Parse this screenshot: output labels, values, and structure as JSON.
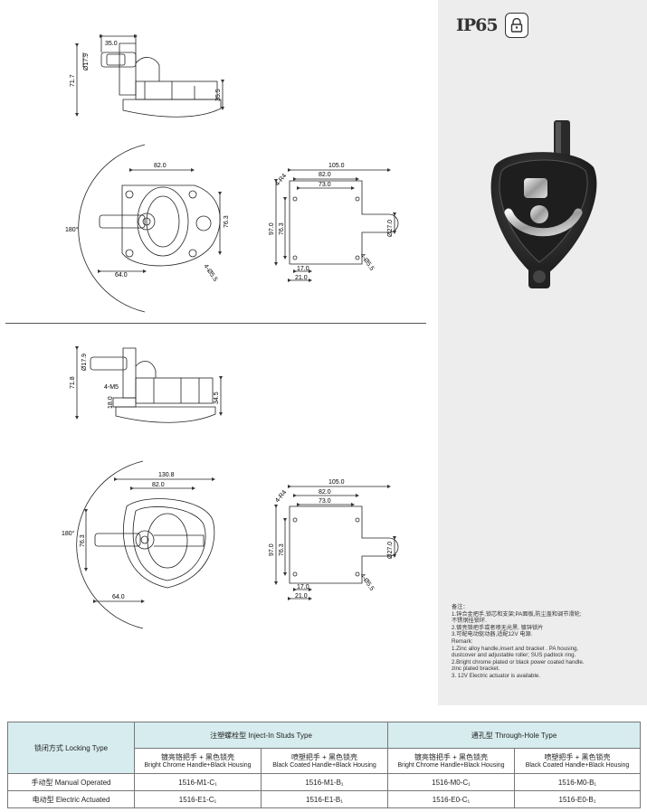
{
  "badges": {
    "ip_rating": "IP65"
  },
  "dimensions": {
    "top_side": {
      "d_shaft": "Ø17.9",
      "length": "35.0",
      "height": "71.7",
      "depth": "35.5"
    },
    "top_front": {
      "width": "82.0",
      "height": "76.3",
      "offset": "64.0",
      "angle": "180°",
      "hole": "4-Ø5.5"
    },
    "top_cutout": {
      "w1": "105.0",
      "w2": "82.0",
      "w3": "73.0",
      "h1": "97.0",
      "h2": "76.3",
      "slot": "Ø27.0",
      "b1": "17.0",
      "b2": "21.0",
      "radius": "4-R4",
      "hole": "4-Ø5.5"
    },
    "bottom_side": {
      "d_shaft": "Ø17.9",
      "height": "71.8",
      "depth": "34.5",
      "stud": "4-M5",
      "base": "18.0"
    },
    "bottom_front": {
      "overall": "130.8",
      "width": "82.0",
      "height": "76.3",
      "offset": "64.0",
      "angle": "180°"
    },
    "bottom_cutout": {
      "w1": "105.0",
      "w2": "82.0",
      "w3": "73.0",
      "h1": "97.0",
      "h2": "76.3",
      "slot": "Ø27.0",
      "b1": "17.0",
      "b2": "21.0",
      "radius": "4-R4",
      "hole": "4-Ø5.5"
    }
  },
  "notes": [
    "备注：",
    "1.锌合金把手,锁芯和支架;PA面板,防尘盖和调节滑轮;",
    "不锈钢挂锁环.",
    "2.镀亮铬把手或者喷无光黑. 镀锌锁片",
    "3.可配电动驱动器,适配12V 电源.",
    "Remark:",
    "1.Zinc alloy handle,insert and bracket . PA housing,",
    "dustcover and adjustable roller; SUS padlock ring.",
    "2.Bright chrome plated or black power coated handle.",
    "zinc plated bracket.",
    "3. 12V Electric actuator is available."
  ],
  "table": {
    "locking_type": "锁闭方式 Locking Type",
    "group1": "注塑螺栓型 Inject-In Studs Type",
    "group2": "通孔型 Through-Hole Type",
    "sub": [
      {
        "cn": "镀亮铬把手 + 黑色锁壳",
        "en": "Bright Chrome Handle+Black Housing"
      },
      {
        "cn": "喷塑把手 + 黑色锁壳",
        "en": "Black Coated Handle+Black Housing"
      },
      {
        "cn": "镀亮铬把手 + 黑色锁壳",
        "en": "Bright Chrome Handle+Black Housing"
      },
      {
        "cn": "喷塑把手 + 黑色锁壳",
        "en": "Black Coated Handle+Black Housing"
      }
    ],
    "rows": [
      {
        "label": "手动型 Manual Operated",
        "cells": [
          "1516-M1-C₁",
          "1516-M1-B₁",
          "1516-M0-C₁",
          "1516-M0-B₁"
        ]
      },
      {
        "label": "电动型 Electric Actuated",
        "cells": [
          "1516-E1-C₁",
          "1516-E1-B₁",
          "1516-E0-C₁",
          "1516-E0-B₁"
        ]
      }
    ]
  }
}
